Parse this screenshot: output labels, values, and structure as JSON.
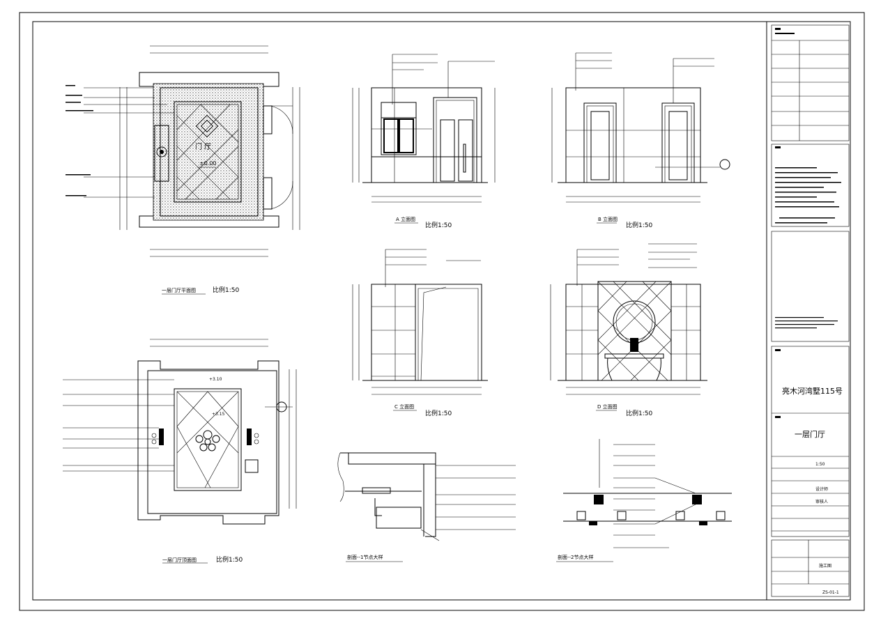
{
  "drawings": {
    "plan_title": "一层门厅平面图",
    "plan_scale": "比例1:50",
    "plan_room_name": "门 厅",
    "plan_level": "±0.00",
    "ceiling_title": "一层门厅顶面图",
    "ceiling_scale": "比例1:50",
    "ceiling_level_a": "+3.10",
    "ceiling_level_b": "+3.15",
    "elev_a_title": "A 立面图",
    "elev_a_scale": "比例1:50",
    "elev_b_title": "B 立面图",
    "elev_b_scale": "比例1:50",
    "elev_c_title": "C 立面图",
    "elev_c_scale": "比例1:50",
    "elev_d_title": "D 立面图",
    "elev_d_scale": "比例1:50",
    "detail_1_title": "剖面--1节点大样",
    "detail_2_title": "剖面--2节点大样"
  },
  "title_block": {
    "project_name": "亮木河湾墅115号",
    "drawing_name": "一层门厅",
    "scale_value": "1:50",
    "designer": "设计师",
    "checker": "审核人",
    "stage": "施工图",
    "drawing_no": "ZS-01-1"
  }
}
